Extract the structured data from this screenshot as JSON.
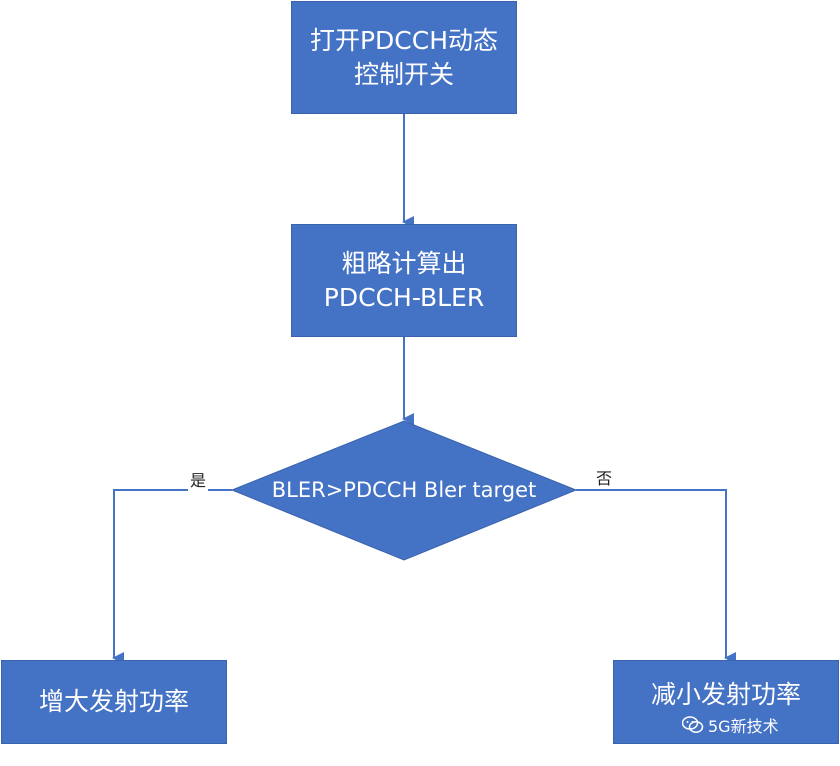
{
  "diagram": {
    "start_box": {
      "line1": "打开PDCCH动态",
      "line2": "控制开关"
    },
    "calc_box": {
      "line1": "粗略计算出",
      "line2": "PDCCH-BLER"
    },
    "decision": {
      "text": "BLER>PDCCH Bler target"
    },
    "yes_label": "是",
    "no_label": "否",
    "increase_box": {
      "text": "增大发射功率"
    },
    "decrease_box": {
      "text": "减小发射功率"
    },
    "watermark": {
      "text": "5G新技术",
      "icon": "wechat-icon"
    },
    "colors": {
      "box_fill": "#4472c4",
      "connector": "#4472c4",
      "text": "#ffffff"
    }
  }
}
